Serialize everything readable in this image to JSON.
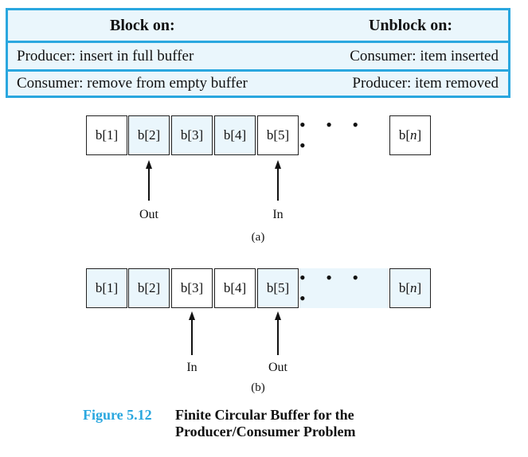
{
  "table": {
    "header_left": "Block on:",
    "header_right": "Unblock on:",
    "rows": [
      {
        "left": "Producer: insert in full buffer",
        "right": "Consumer: item inserted"
      },
      {
        "left": "Consumer: remove from empty buffer",
        "right": "Producer: item removed"
      }
    ]
  },
  "diagram_a": {
    "cells": [
      "b[1]",
      "b[2]",
      "b[3]",
      "b[4]",
      "b[5]"
    ],
    "dots": "• • • •",
    "last_cell": "b[n]",
    "pointer_left_label": "Out",
    "pointer_right_label": "In",
    "sub_caption": "(a)"
  },
  "diagram_b": {
    "cells": [
      "b[1]",
      "b[2]",
      "b[3]",
      "b[4]",
      "b[5]"
    ],
    "dots": "• • • •",
    "last_cell": "b[n]",
    "pointer_left_label": "In",
    "pointer_right_label": "Out",
    "sub_caption": "(b)"
  },
  "caption": {
    "number": "Figure 5.12",
    "title_line1": "Finite Circular Buffer for the",
    "title_line2": "Producer/Consumer Problem"
  },
  "colors": {
    "accent": "#2aa7df",
    "shade": "#eaf6fc"
  }
}
